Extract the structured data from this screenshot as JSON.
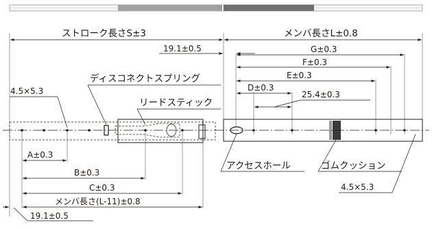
{
  "labels": {
    "stroke_length": "ストローク長さS±3",
    "member_length": "メンバ長さL±0.8",
    "offset_top": "19.1±0.5",
    "g_dim": "G±0.3",
    "f_dim": "F±0.3",
    "e_dim": "E±0.3",
    "d_dim": "D±0.3",
    "pitch": "25.4±0.3",
    "slot_left": "4.5×5.3",
    "disconnect_spring": "ディスコネクトスプリング",
    "lead_stick": "リードスティック",
    "a_dim": "A±0.3",
    "b_dim": "B±0.3",
    "c_dim": "C±0.3",
    "member_length_inner": "メンバ長さ(L-11)±0.8",
    "offset_bottom": "19.1±0.5",
    "access_hole": "アクセスホール",
    "rubber_cushion": "ゴムクッション",
    "slot_right": "4.5×5.3"
  },
  "colors": {
    "ink": "#231815",
    "grey": "#9a9a9a",
    "light_grey": "#d4d4d4",
    "dark": "#3a3a3a"
  }
}
